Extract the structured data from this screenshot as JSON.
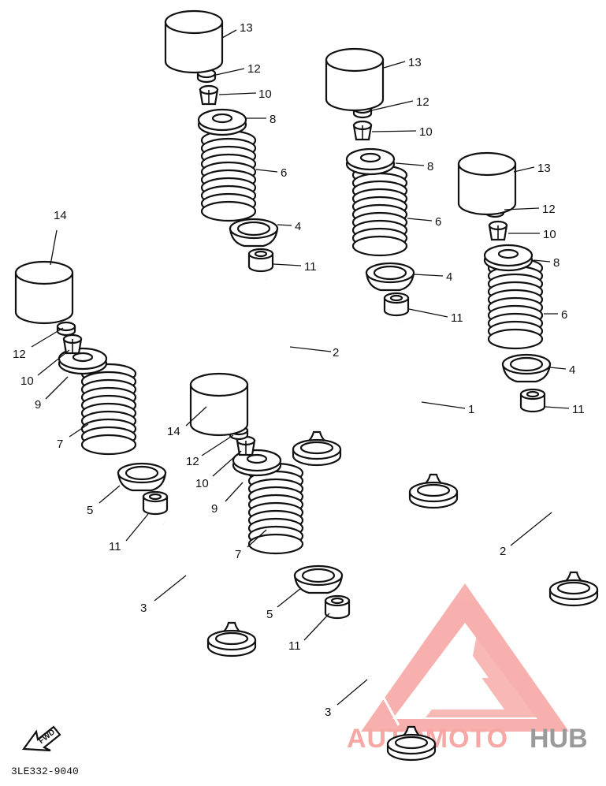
{
  "diagram": {
    "drawing_code": "3LE332-9040",
    "fwd_label": "FWD",
    "watermark": {
      "part1": "AUTOMOTO",
      "part2": "HUB",
      "logo_color": "#f6a3a0",
      "hub_color": "#9a9a9a"
    },
    "callouts": {
      "a13": "13",
      "a12": "12",
      "a10": "10",
      "a8": "8",
      "a6": "6",
      "a4": "4",
      "a11": "11",
      "a2": "2",
      "b13": "13",
      "b12": "12",
      "b10": "10",
      "b8": "8",
      "b6": "6",
      "b4": "4",
      "b11": "11",
      "b1": "1",
      "c13": "13",
      "c12": "12",
      "c10": "10",
      "c8": "8",
      "c6": "6",
      "c4": "4",
      "c11": "11",
      "c2": "2",
      "d14": "14",
      "d12": "12",
      "d10": "10",
      "d9": "9",
      "d7": "7",
      "d5": "5",
      "d11": "11",
      "d3": "3",
      "e14": "14",
      "e12": "12",
      "e10": "10",
      "e9": "9",
      "e7": "7",
      "e5": "5",
      "e11": "11",
      "e3": "3"
    }
  }
}
